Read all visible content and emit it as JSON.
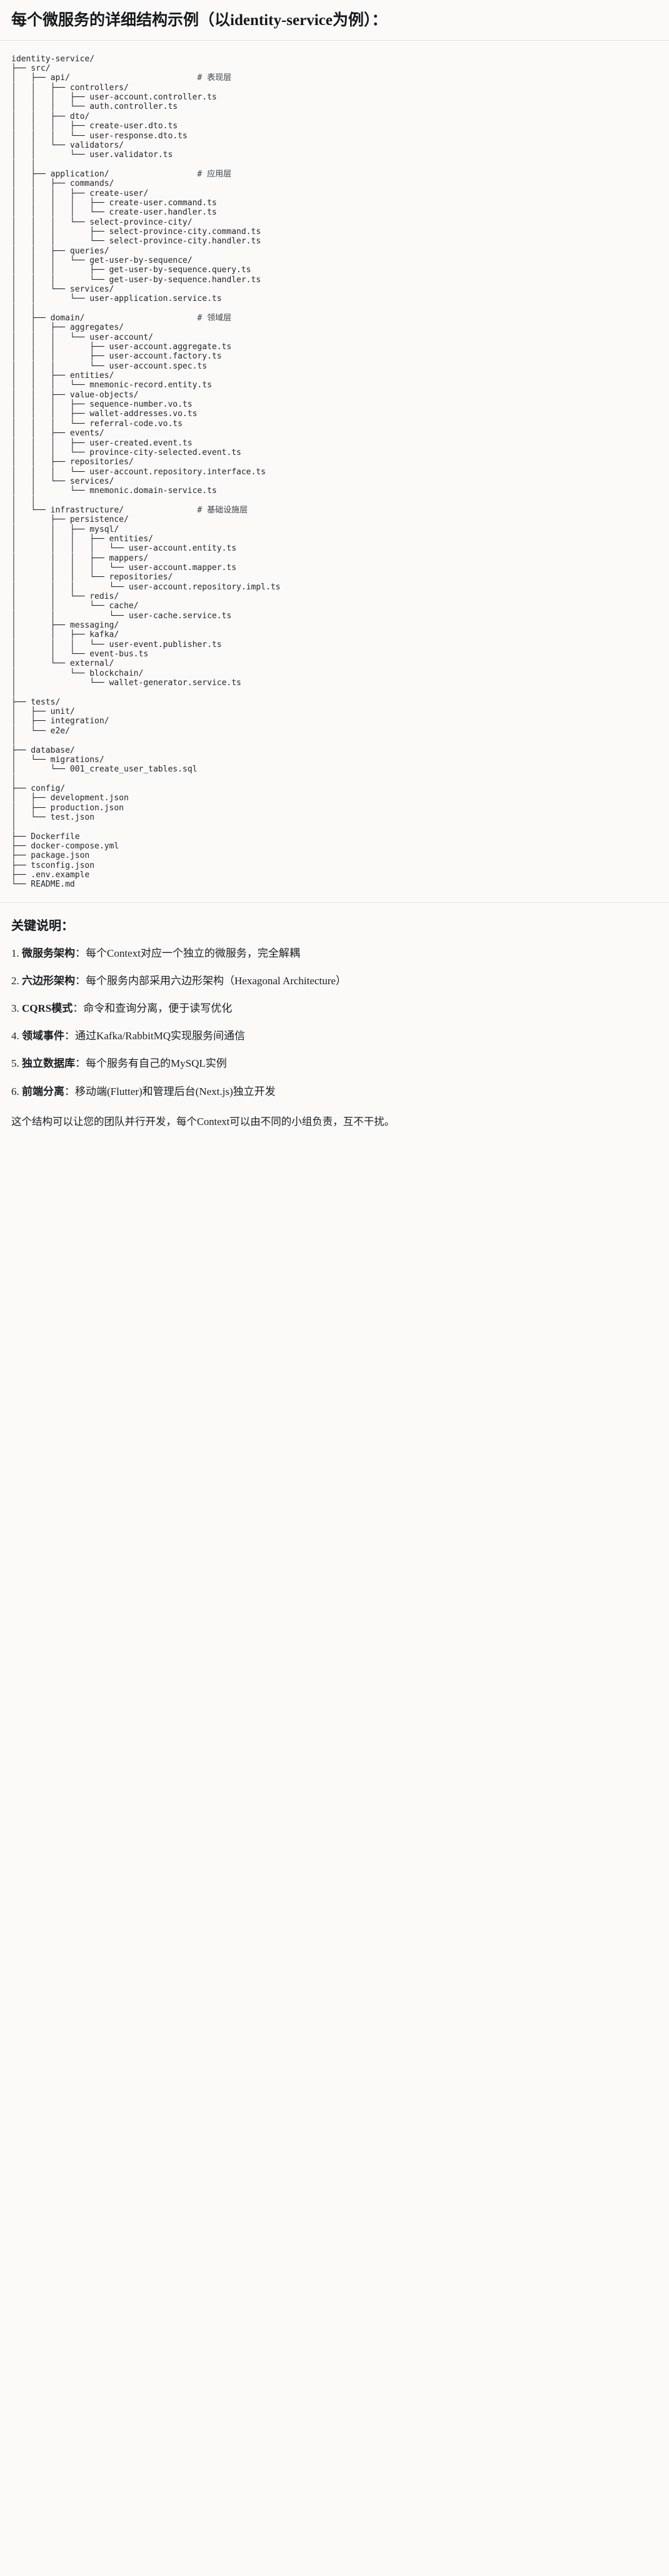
{
  "heading": "每个微服务的详细结构示例（以identity-service为例）：",
  "tree": {
    "root": "identity-service/",
    "lines": [
      "identity-service/",
      "├── src/",
      "│   ├── api/                          # 表现层",
      "│   │   ├── controllers/",
      "│   │   │   ├── user-account.controller.ts",
      "│   │   │   └── auth.controller.ts",
      "│   │   ├── dto/",
      "│   │   │   ├── create-user.dto.ts",
      "│   │   │   └── user-response.dto.ts",
      "│   │   └── validators/",
      "│   │       └── user.validator.ts",
      "│   │",
      "│   ├── application/                  # 应用层",
      "│   │   ├── commands/",
      "│   │   │   ├── create-user/",
      "│   │   │   │   ├── create-user.command.ts",
      "│   │   │   │   └── create-user.handler.ts",
      "│   │   │   └── select-province-city/",
      "│   │   │       ├── select-province-city.command.ts",
      "│   │   │       └── select-province-city.handler.ts",
      "│   │   ├── queries/",
      "│   │   │   └── get-user-by-sequence/",
      "│   │   │       ├── get-user-by-sequence.query.ts",
      "│   │   │       └── get-user-by-sequence.handler.ts",
      "│   │   └── services/",
      "│   │       └── user-application.service.ts",
      "│   │",
      "│   ├── domain/                       # 领域层",
      "│   │   ├── aggregates/",
      "│   │   │   └── user-account/",
      "│   │   │       ├── user-account.aggregate.ts",
      "│   │   │       ├── user-account.factory.ts",
      "│   │   │       └── user-account.spec.ts",
      "│   │   ├── entities/",
      "│   │   │   └── mnemonic-record.entity.ts",
      "│   │   ├── value-objects/",
      "│   │   │   ├── sequence-number.vo.ts",
      "│   │   │   ├── wallet-addresses.vo.ts",
      "│   │   │   └── referral-code.vo.ts",
      "│   │   ├── events/",
      "│   │   │   ├── user-created.event.ts",
      "│   │   │   └── province-city-selected.event.ts",
      "│   │   ├── repositories/",
      "│   │   │   └── user-account.repository.interface.ts",
      "│   │   └── services/",
      "│   │       └── mnemonic.domain-service.ts",
      "│   │",
      "│   └── infrastructure/               # 基础设施层",
      "│       ├── persistence/",
      "│       │   ├── mysql/",
      "│       │   │   ├── entities/",
      "│       │   │   │   └── user-account.entity.ts",
      "│       │   │   ├── mappers/",
      "│       │   │   │   └── user-account.mapper.ts",
      "│       │   │   └── repositories/",
      "│       │   │       └── user-account.repository.impl.ts",
      "│       │   └── redis/",
      "│       │       └── cache/",
      "│       │           └── user-cache.service.ts",
      "│       ├── messaging/",
      "│       │   ├── kafka/",
      "│       │   │   └── user-event.publisher.ts",
      "│       │   └── event-bus.ts",
      "│       └── external/",
      "│           └── blockchain/",
      "│               └── wallet-generator.service.ts",
      "│",
      "├── tests/",
      "│   ├── unit/",
      "│   ├── integration/",
      "│   └── e2e/",
      "│",
      "├── database/",
      "│   └── migrations/",
      "│       └── 001_create_user_tables.sql",
      "│",
      "├── config/",
      "│   ├── development.json",
      "│   ├── production.json",
      "│   └── test.json",
      "│",
      "├── Dockerfile",
      "├── docker-compose.yml",
      "├── package.json",
      "├── tsconfig.json",
      "├── .env.example",
      "└── README.md"
    ]
  },
  "notes": {
    "title": "关键说明：",
    "items": [
      {
        "index": "1.",
        "term": "微服务架构",
        "sep": "：",
        "text": "每个Context对应一个独立的微服务，完全解耦"
      },
      {
        "index": "2.",
        "term": "六边形架构",
        "sep": "：",
        "text": "每个服务内部采用六边形架构（Hexagonal Architecture）"
      },
      {
        "index": "3.",
        "term": "CQRS模式",
        "sep": "：",
        "text": "命令和查询分离，便于读写优化"
      },
      {
        "index": "4.",
        "term": "领域事件",
        "sep": "：",
        "text": "通过Kafka/RabbitMQ实现服务间通信"
      },
      {
        "index": "5.",
        "term": "独立数据库",
        "sep": "：",
        "text": "每个服务有自己的MySQL实例"
      },
      {
        "index": "6.",
        "term": "前端分离",
        "sep": "：",
        "text": "移动端(Flutter)和管理后台(Next.js)独立开发"
      }
    ],
    "closing": "这个结构可以让您的团队并行开发，每个Context可以由不同的小组负责，互不干扰。"
  },
  "colors": {
    "background": "#fbfaf8",
    "text": "#1a1a1a",
    "code_text": "#21252b",
    "rule": "#e3e1dd"
  }
}
